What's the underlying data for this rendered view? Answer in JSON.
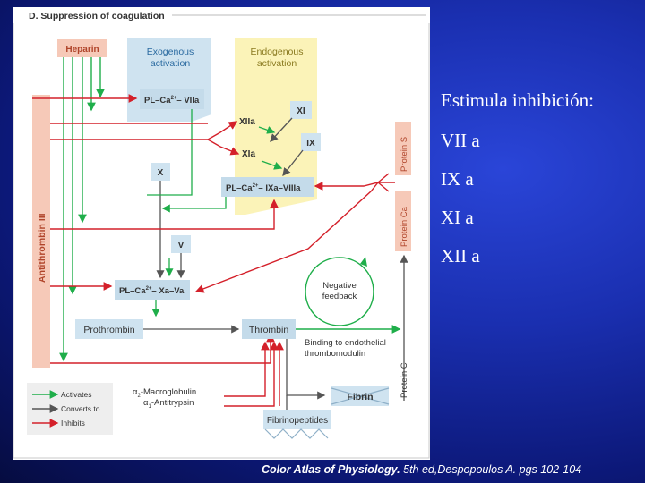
{
  "panel_title": "D. Suppression of coagulation",
  "nodes": {
    "heparin": "Heparin",
    "exogenous_line1": "Exogenous",
    "exogenous_line2": "activation",
    "endogenous_line1": "Endogenous",
    "endogenous_line2": "activation",
    "antithrombin": "Antithrombin III",
    "complex_vii_pre": "PL–Ca",
    "complex_vii_post": "– VIIa",
    "xi": "XI",
    "xiia": "XIIa",
    "ix": "IX",
    "xia": "XIa",
    "protein_s": "Protein S",
    "protein_ca": "Protein Ca",
    "x": "X",
    "complex_ix_pre": "PL–Ca",
    "complex_ix_post": "– IXa–VIIIa",
    "v": "V",
    "complex_xa_pre": "PL–Ca",
    "complex_xa_post": "– Xa–Va",
    "neg_line1": "Negative",
    "neg_line2": "feedback",
    "prothrombin": "Prothrombin",
    "thrombin": "Thrombin",
    "binding_line1": "Binding to endothelial",
    "binding_line2": "thrombomodulin",
    "protein_c": "Protein C",
    "macro_line1": "-Macroglobulin",
    "macro_line2": "-Antitrypsin",
    "alpha2": "α",
    "alpha1": "α",
    "sub2": "2",
    "sub1": "1",
    "sup2": "2+",
    "fibrin": "Fibrin",
    "fibrinopeptides": "Fibrinopeptides"
  },
  "legend": {
    "activates": "Activates",
    "converts": "Converts to",
    "inhibits": "Inhibits"
  },
  "side_text": {
    "heading": "Estimula inhibición:",
    "items": [
      "VII a",
      "IX a",
      "XI a",
      "XII a"
    ]
  },
  "citation": {
    "title": "Color Atlas of Physiology.",
    "rest": " 5th ed,Despopoulos A. pgs 102-104"
  },
  "colors": {
    "green": "#1fae4a",
    "red": "#d4202a",
    "gray": "#555555",
    "box_blue": "#cfe3f0",
    "yellow": "#fbf3b8",
    "salmon": "#f6c9b8"
  }
}
